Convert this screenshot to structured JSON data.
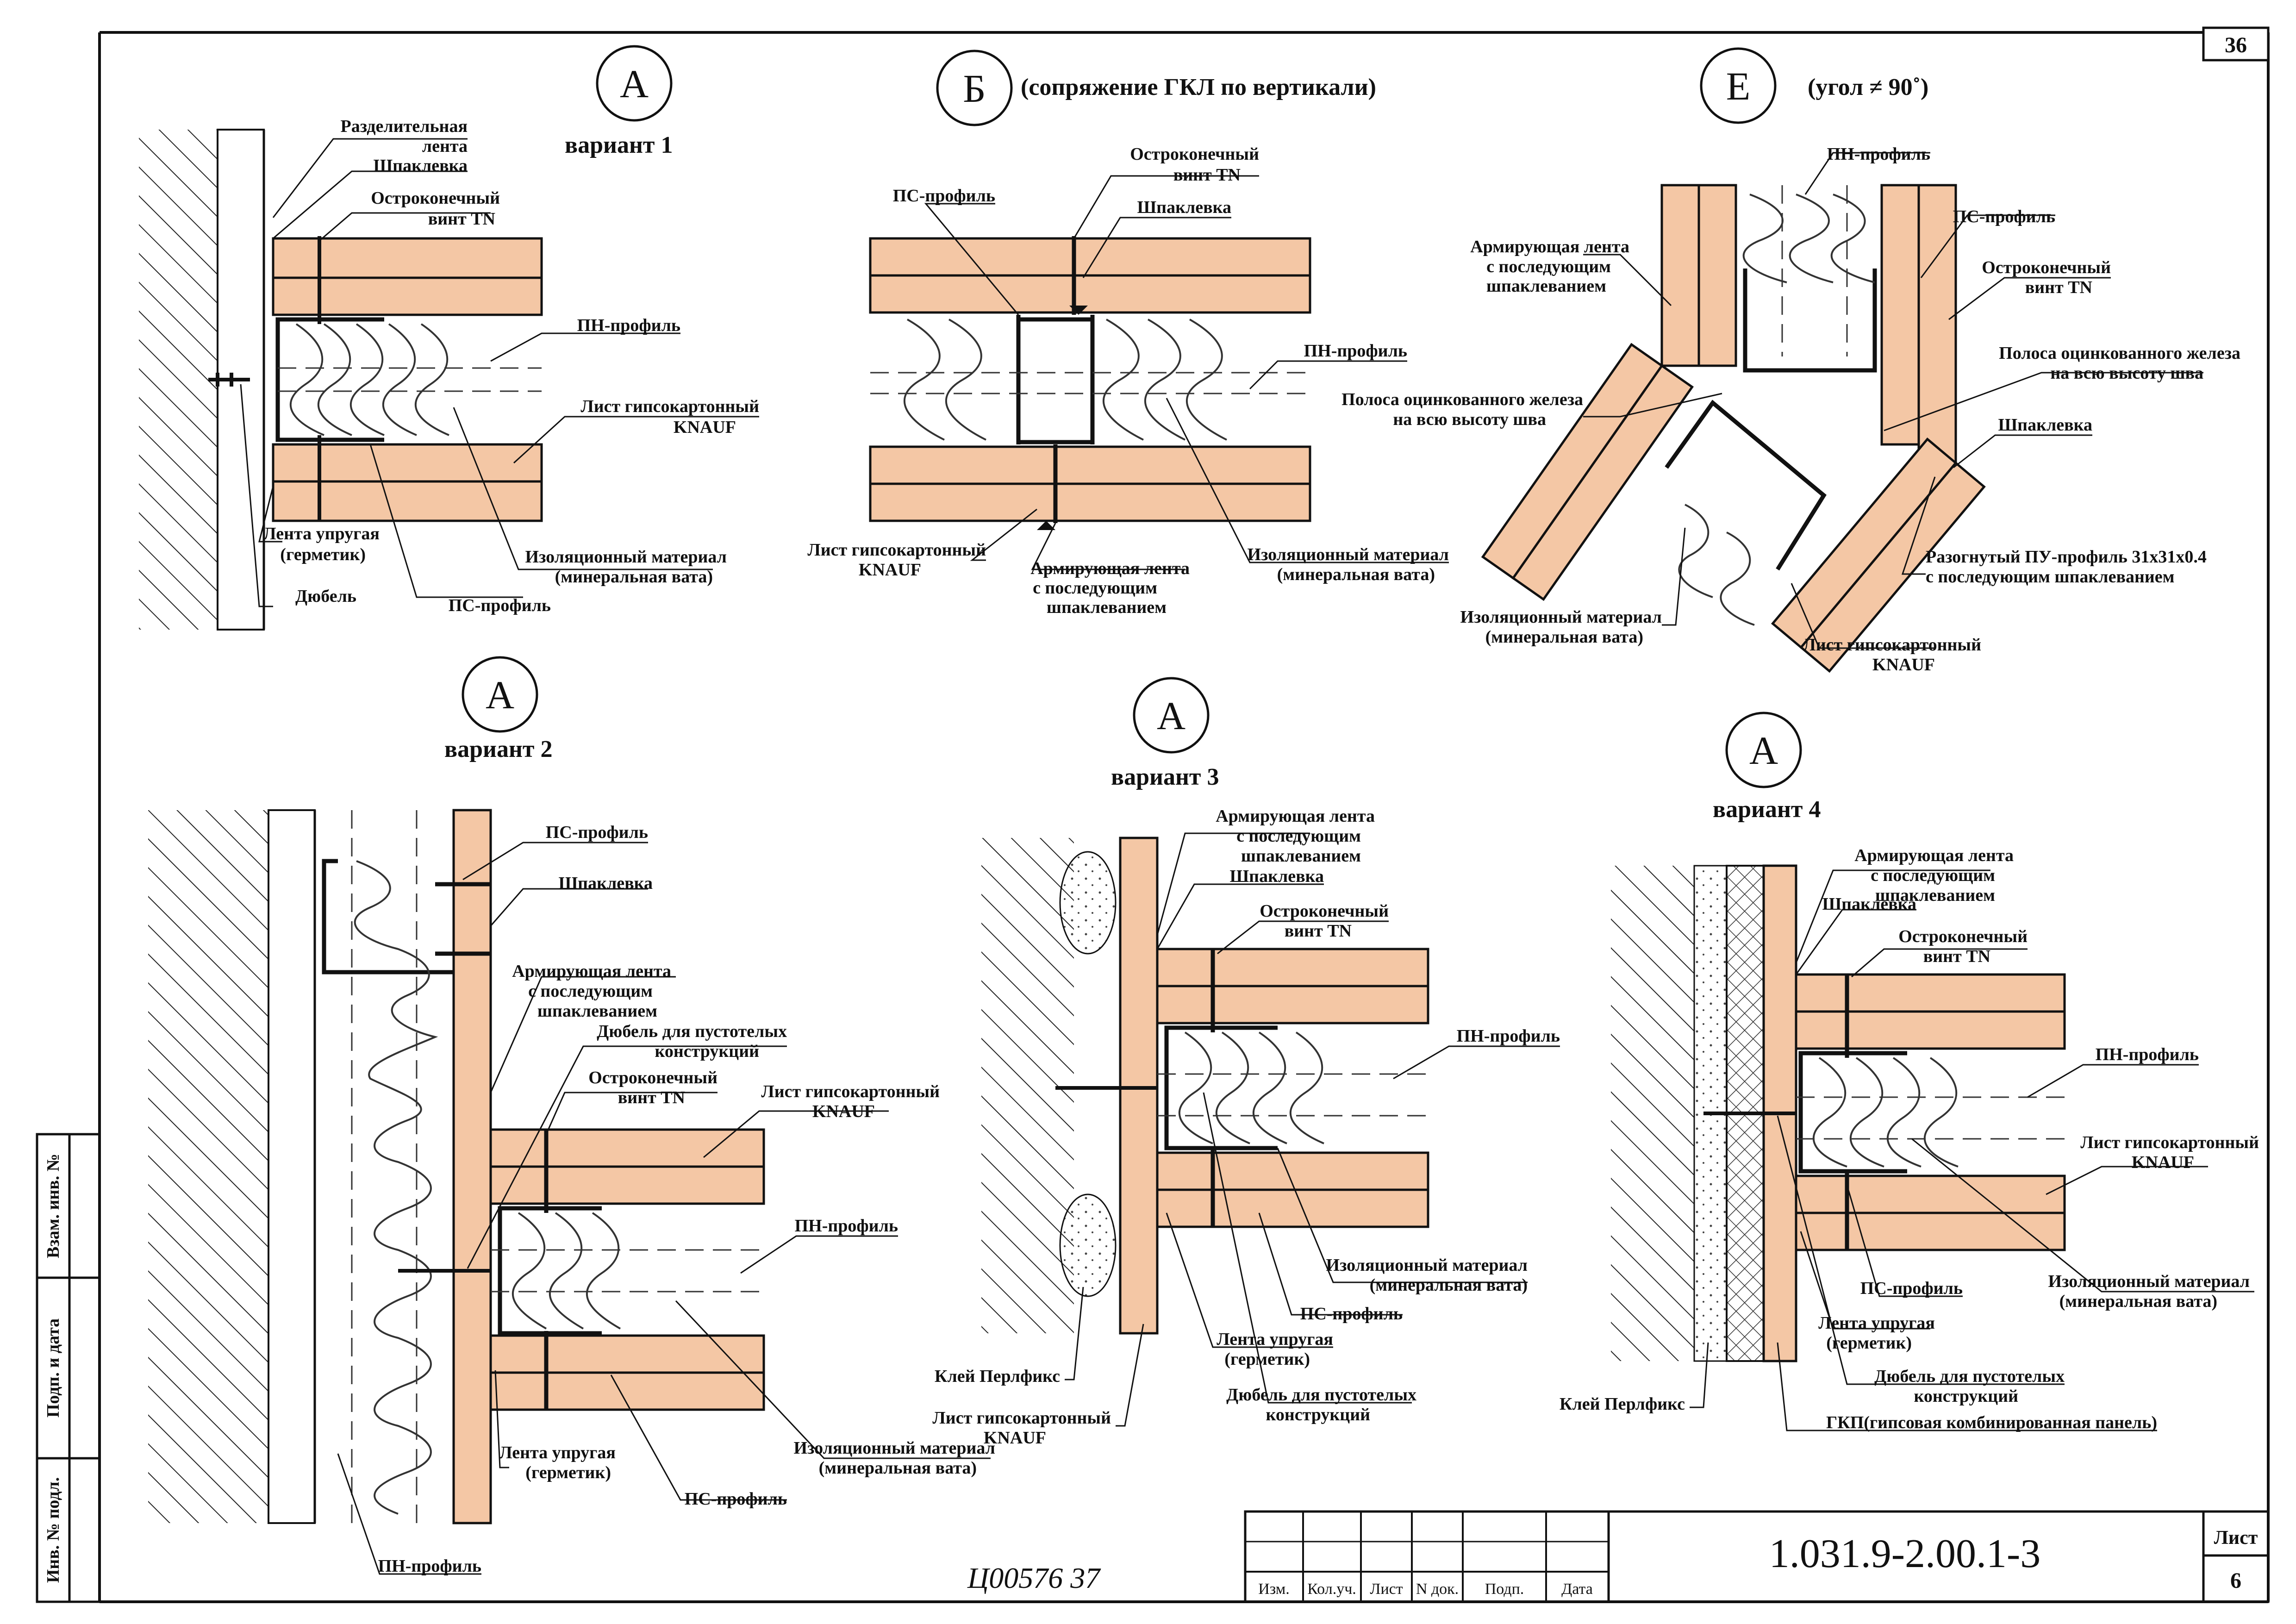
{
  "sheet_number": "36",
  "document_code": "1.031.9-2.00.1-3",
  "sheet_label": "Лист",
  "sheet_page": "6",
  "inventory_note": "Ц00576     37",
  "colors": {
    "board": "#f4c7a5",
    "line": "#111111",
    "paper": "#ffffff"
  },
  "side_stamp": {
    "cells": [
      "Взам. инв. №",
      "Подп. и дата",
      "Инв. № подл."
    ]
  },
  "title_block": {
    "columns": [
      "Изм.",
      "Кол.уч.",
      "Лист",
      "N док.",
      "Подп.",
      "Дата"
    ]
  },
  "details": {
    "a1": {
      "letter": "А",
      "caption": "вариант 1",
      "labels": {
        "separating_tape": [
          "Разделительная",
          "лента"
        ],
        "putty": "Шпаклевка",
        "screw": [
          "Остроконечный",
          "винт TN"
        ],
        "pn_profile": "ПН-профиль",
        "board": [
          "Лист гипсокартонный",
          "KNAUF"
        ],
        "elastic_tape": [
          "Лента упругая",
          "(герметик)"
        ],
        "dowel": "Дюбель",
        "ps_profile": "ПС-профиль",
        "insulation": [
          "Изоляционный материал",
          "(минеральная вата)"
        ]
      }
    },
    "b": {
      "letter": "Б",
      "caption": "(сопряжение ГКЛ по вертикали)",
      "labels": {
        "screw": [
          "Остроконечный",
          "винт TN"
        ],
        "ps_profile": "ПС-профиль",
        "putty": "Шпаклевка",
        "pn_profile": "ПН-профиль",
        "board": [
          "Лист гипсокартонный",
          "KNAUF"
        ],
        "reinforcing_tape": [
          "Армирующая лента",
          "с последующим",
          "шпаклеванием"
        ],
        "insulation": [
          "Изоляционный материал",
          "(минеральная вата)"
        ]
      }
    },
    "e": {
      "letter": "Е",
      "caption": "(угол ≠ 90˚)",
      "labels": {
        "pn_profile": "ПН-профиль",
        "ps_profile": "ПС-профиль",
        "reinforcing_tape": [
          "Армирующая лента",
          "с последующим",
          "шпаклеванием"
        ],
        "screw": [
          "Остроконечный",
          "винт TN"
        ],
        "strip_right": [
          "Полоса оцинкованного железа",
          "на всю высоту шва"
        ],
        "strip_left": [
          "Полоса оцинкованного железа",
          "на всю высоту шва"
        ],
        "putty": "Шпаклевка",
        "pu_profile": [
          "Разогнутый ПУ-профиль 31x31x0.4",
          "с последующим шпаклеванием"
        ],
        "insulation": [
          "Изоляционный материал",
          "(минеральная вата)"
        ],
        "board": [
          "Лист гипсокартонный",
          "KNAUF"
        ]
      }
    },
    "a2": {
      "letter": "А",
      "caption": "вариант 2",
      "labels": {
        "ps_profile_top": "ПС-профиль",
        "putty": "Шпаклевка",
        "reinforcing_tape": [
          "Армирующая лента",
          "с последующим",
          "шпаклеванием"
        ],
        "hollow_dowel": [
          "Дюбель для пустотелых",
          "конструкций"
        ],
        "screw": [
          "Остроконечный",
          "винт TN"
        ],
        "board": [
          "Лист гипсокартонный",
          "KNAUF"
        ],
        "pn_profile_right": "ПН-профиль",
        "insulation": [
          "Изоляционный материал",
          "(минеральная вата)"
        ],
        "elastic_tape": [
          "Лента упругая",
          "(герметик)"
        ],
        "ps_profile_bottom": "ПС-профиль",
        "pn_profile_bottom": "ПН-профиль"
      }
    },
    "a3": {
      "letter": "А",
      "caption": "вариант 3",
      "labels": {
        "reinforcing_tape": [
          "Армирующая лента",
          "с последующим",
          "шпаклеванием"
        ],
        "putty": "Шпаклевка",
        "screw": [
          "Остроконечный",
          "винт TN"
        ],
        "pn_profile": "ПН-профиль",
        "insulation": [
          "Изоляционный материал",
          "(минеральная вата)"
        ],
        "ps_profile": "ПС-профиль",
        "elastic_tape": [
          "Лента упругая",
          "(герметик)"
        ],
        "glue": "Клей Перлфикс",
        "hollow_dowel": [
          "Дюбель для пустотелых",
          "конструкций"
        ],
        "board": [
          "Лист гипсокартонный",
          "KNAUF"
        ]
      }
    },
    "a4": {
      "letter": "А",
      "caption": "вариант 4",
      "labels": {
        "reinforcing_tape": [
          "Армирующая лента",
          "с последующим",
          "шпаклеванием"
        ],
        "putty": "Шпаклевка",
        "screw": [
          "Остроконечный",
          "винт TN"
        ],
        "pn_profile": "ПН-профиль",
        "board": [
          "Лист гипсокартонный",
          "KNAUF"
        ],
        "ps_profile": "ПС-профиль",
        "insulation": [
          "Изоляционный материал",
          "(минеральная вата)"
        ],
        "elastic_tape": [
          "Лента упругая",
          "(герметик)"
        ],
        "hollow_dowel": [
          "Дюбель для пустотелых",
          "конструкций"
        ],
        "glue": "Клей Перлфикс",
        "gkp": "ГКП(гипсовая комбинированная панель)"
      }
    }
  }
}
